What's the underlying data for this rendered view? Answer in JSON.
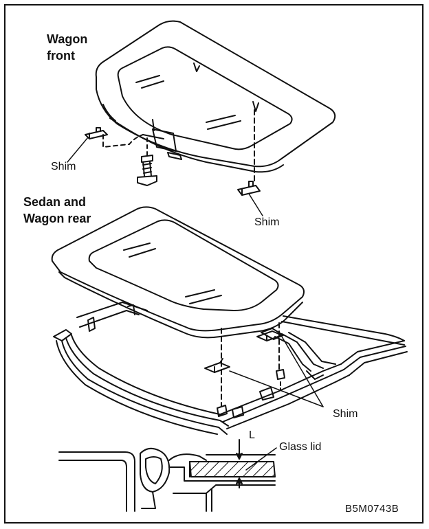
{
  "labels": {
    "wagon_front_line1": "Wagon",
    "wagon_front_line2": "front",
    "sedan_wagon_line1": "Sedan and",
    "sedan_wagon_line2": "Wagon rear",
    "shim_1": "Shim",
    "shim_2": "Shim",
    "shim_3": "Shim",
    "glass_lid": "Glass lid",
    "dimension_L": "L",
    "figure_code": "B5M0743B"
  }
}
